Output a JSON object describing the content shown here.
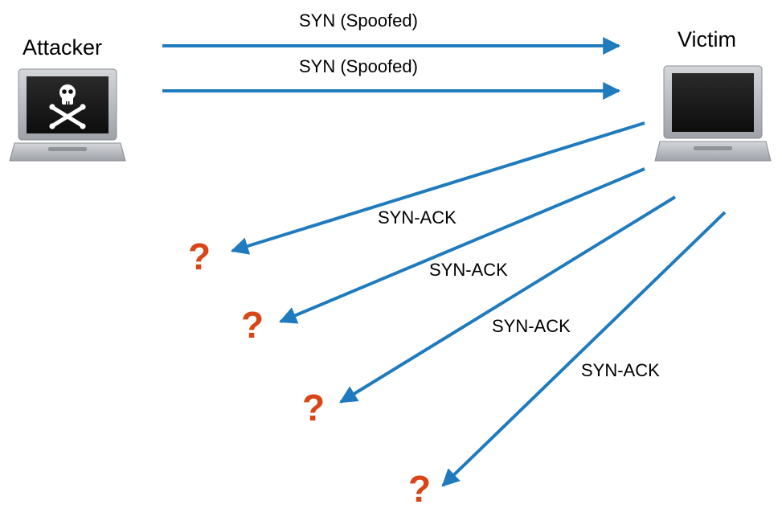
{
  "nodes": {
    "attacker": {
      "label": "Attacker"
    },
    "victim": {
      "label": "Victim"
    }
  },
  "messages": [
    {
      "label": "SYN (Spoofed)"
    },
    {
      "label": "SYN (Spoofed)"
    },
    {
      "label": "SYN-ACK"
    },
    {
      "label": "SYN-ACK"
    },
    {
      "label": "SYN-ACK"
    },
    {
      "label": "SYN-ACK"
    }
  ],
  "unknown_hosts": [
    {
      "symbol": "?"
    },
    {
      "symbol": "?"
    },
    {
      "symbol": "?"
    },
    {
      "symbol": "?"
    }
  ],
  "colors": {
    "arrow": "#1f7bbd",
    "question_mark": "#d94516",
    "laptop_body": "#b9bcc1",
    "laptop_screen": "#1a1a1a",
    "skull": "#ffffff"
  },
  "icons": {
    "attacker": "laptop-skull-icon",
    "victim": "laptop-icon"
  }
}
